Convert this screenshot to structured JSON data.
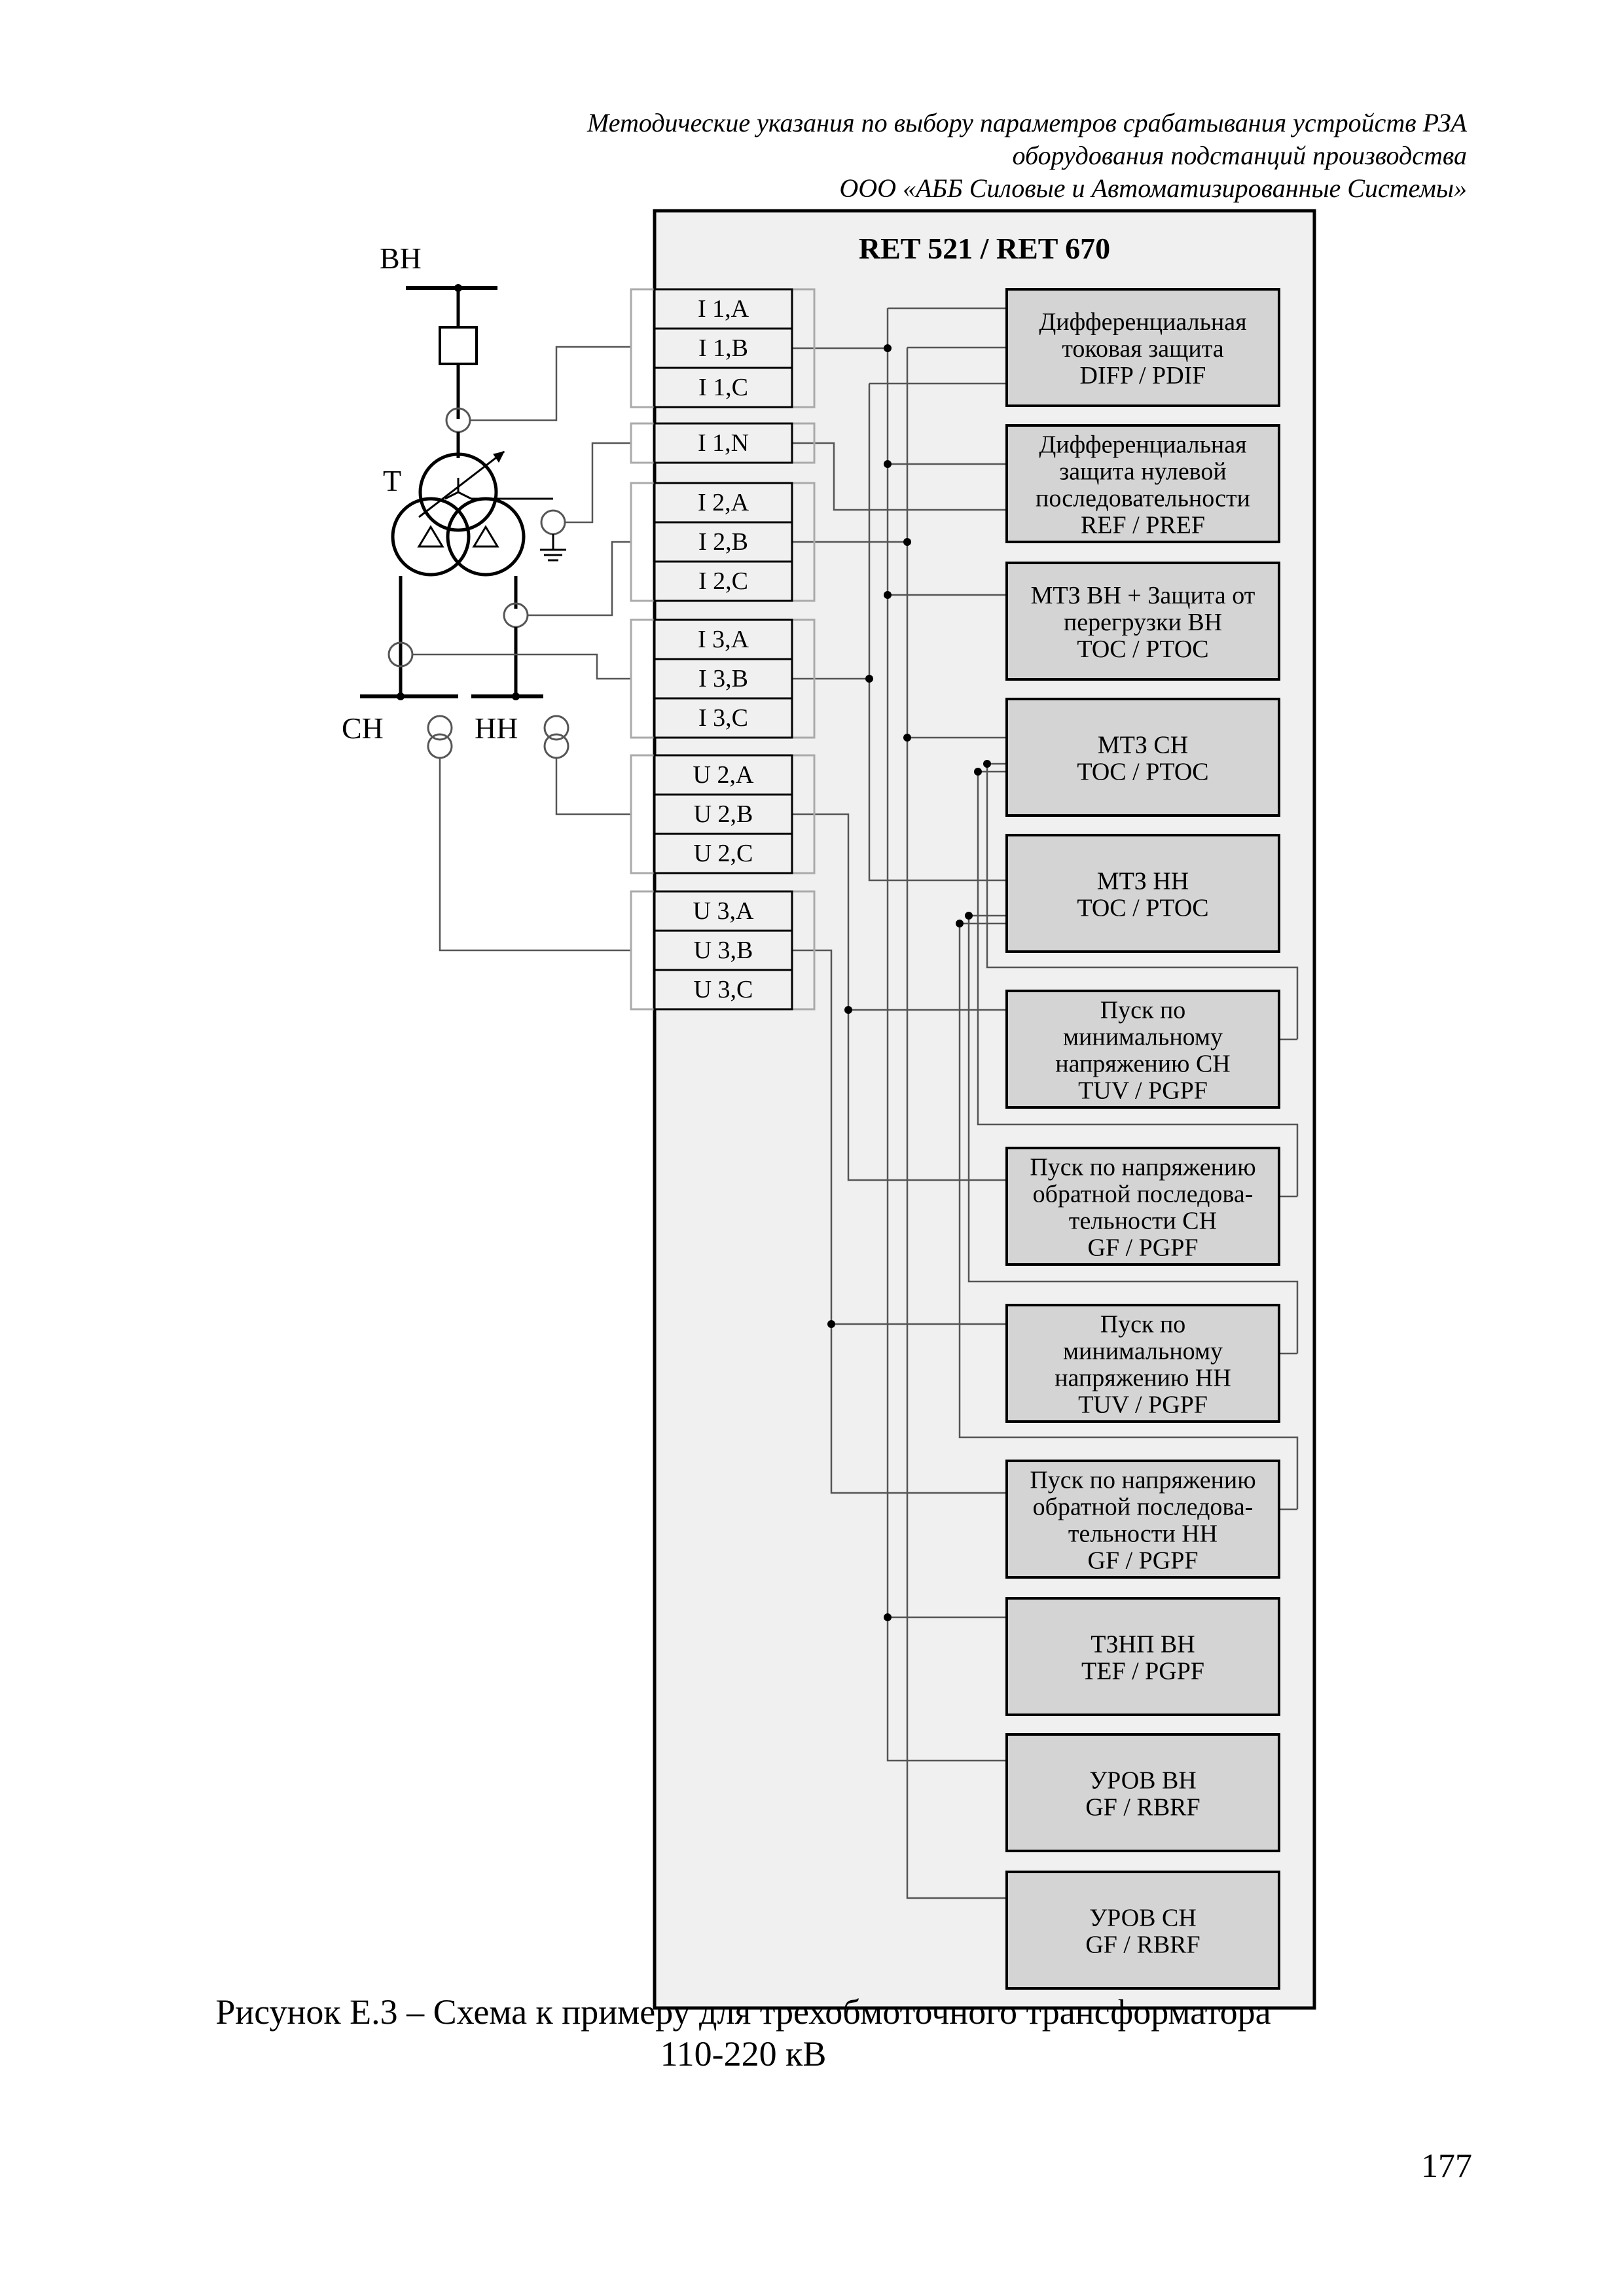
{
  "header": {
    "line1": "Методические указания по выбору параметров срабатывания устройств РЗА",
    "line2": "оборудования подстанций производства",
    "line3": "ООО «АББ Силовые и Автоматизированные Системы»"
  },
  "device": {
    "title": "RET 521 / RET 670"
  },
  "network": {
    "hv_label": "ВН",
    "transformer_label": "Т",
    "mv_label": "СН",
    "lv_label": "НН"
  },
  "inputs": [
    [
      "I 1,A",
      "I 1,B",
      "I 1,C"
    ],
    [
      "I 1,N"
    ],
    [
      "I 2,A",
      "I 2,B",
      "I 2,C"
    ],
    [
      "I 3,A",
      "I 3,B",
      "I 3,C"
    ],
    [
      "U 2,A",
      "U 2,B",
      "U 2,C"
    ],
    [
      "U 3,A",
      "U 3,B",
      "U 3,C"
    ]
  ],
  "functions": [
    {
      "lines": [
        "Дифференциальная",
        "токовая защита",
        "DIFP / PDIF"
      ]
    },
    {
      "lines": [
        "Дифференциальная",
        "защита нулевой",
        "последовательности",
        "REF / PREF"
      ]
    },
    {
      "lines": [
        "МТЗ ВН + Защита от",
        "перегрузки ВН",
        "TOC / PTOC"
      ]
    },
    {
      "lines": [
        "МТЗ СН",
        "TOC / PTOC"
      ]
    },
    {
      "lines": [
        "МТЗ НН",
        "TOC / PTOC"
      ]
    },
    {
      "lines": [
        "Пуск по",
        "минимальному",
        "напряжению СН",
        "TUV / PGPF"
      ]
    },
    {
      "lines": [
        "Пуск по напряжению",
        "обратной последова-",
        "тельности СН",
        "GF / PGPF"
      ]
    },
    {
      "lines": [
        "Пуск по",
        "минимальному",
        "напряжению НН",
        "TUV / PGPF"
      ]
    },
    {
      "lines": [
        "Пуск по напряжению",
        "обратной последова-",
        "тельности НН",
        "GF / PGPF"
      ]
    },
    {
      "lines": [
        "ТЗНП ВН",
        "TEF / PGPF"
      ]
    },
    {
      "lines": [
        "УРОВ ВН",
        "GF / RBRF"
      ]
    },
    {
      "lines": [
        "УРОВ СН",
        "GF / RBRF"
      ]
    }
  ],
  "caption": {
    "line1": "Рисунок Е.3 – Схема к примеру для трехобмоточного трансформатора",
    "line2": "110-220 кВ"
  },
  "page_number": "177"
}
